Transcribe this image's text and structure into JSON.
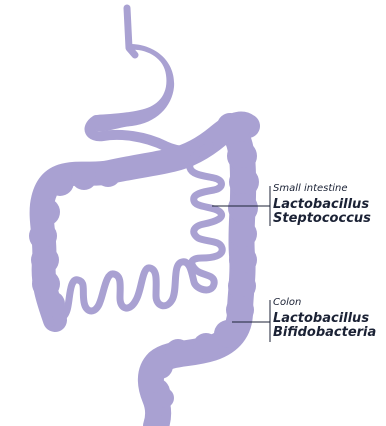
{
  "colors": {
    "organ": "#a9a1d2",
    "text": "#1b2235",
    "background": "#ffffff"
  },
  "labels": {
    "small_intestine": {
      "heading": "Small intestine",
      "species": [
        "Lactobacillus",
        "Steptococcus"
      ]
    },
    "colon": {
      "heading": "Colon",
      "species": [
        "Lactobacillus",
        "Bifidobacteria"
      ]
    }
  }
}
